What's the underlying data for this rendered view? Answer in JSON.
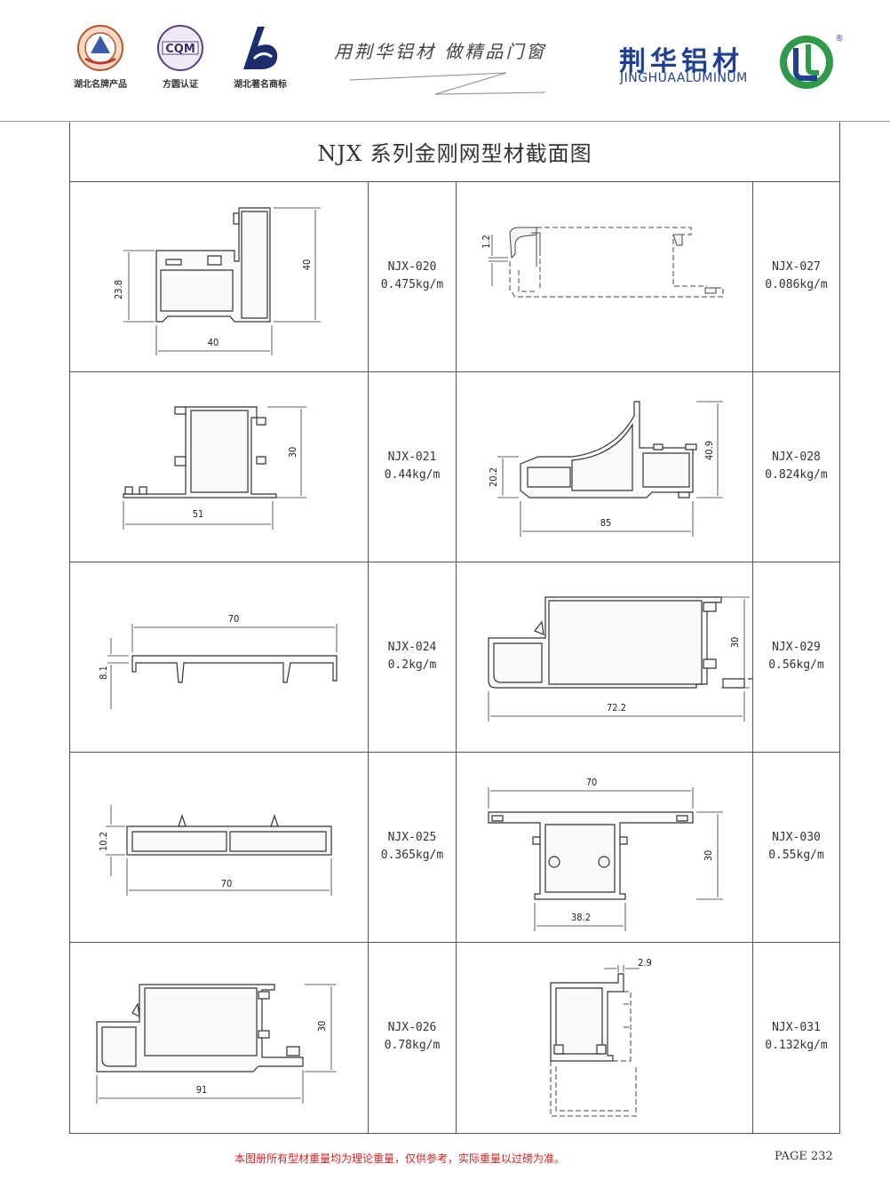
{
  "header": {
    "badges": [
      {
        "icon": "hubei-famous-brand-seal-icon",
        "caption": "湖北名牌产品"
      },
      {
        "icon": "cqm-certification-icon",
        "caption": "方圆认证",
        "logo_text": "CQM"
      },
      {
        "icon": "hubei-famous-trademark-icon",
        "caption": "湖北著名商标"
      }
    ],
    "slogan": "用荆华铝材  做精品门窗",
    "brand_cn": "荆华铝材",
    "brand_en": "JINGHUAALUMINUM",
    "brand_logo_icon": "jinghua-logo-icon",
    "registered_mark": "®",
    "colors": {
      "brand_blue": "#1f3f8f",
      "logo_green": "#2e9a4a",
      "note_red": "#d42020"
    }
  },
  "sheet": {
    "title": "NJX 系列金刚网型材截面图",
    "profiles": [
      {
        "code": "NJX-020",
        "weight": "0.475kg/m",
        "dims": [
          "23.8",
          "40",
          "40"
        ]
      },
      {
        "code": "NJX-027",
        "weight": "0.086kg/m",
        "dims": [
          "1.2"
        ]
      },
      {
        "code": "NJX-021",
        "weight": "0.44kg/m",
        "dims": [
          "51",
          "30"
        ]
      },
      {
        "code": "NJX-028",
        "weight": "0.824kg/m",
        "dims": [
          "20.2",
          "85",
          "40.9"
        ]
      },
      {
        "code": "NJX-024",
        "weight": "0.2kg/m",
        "dims": [
          "70",
          "8.1"
        ]
      },
      {
        "code": "NJX-029",
        "weight": "0.56kg/m",
        "dims": [
          "72.2",
          "30"
        ]
      },
      {
        "code": "NJX-025",
        "weight": "0.365kg/m",
        "dims": [
          "10.2",
          "70"
        ]
      },
      {
        "code": "NJX-030",
        "weight": "0.55kg/m",
        "dims": [
          "70",
          "30",
          "38.2"
        ]
      },
      {
        "code": "NJX-026",
        "weight": "0.78kg/m",
        "dims": [
          "91",
          "30"
        ]
      },
      {
        "code": "NJX-031",
        "weight": "0.132kg/m",
        "dims": [
          "2.9"
        ]
      }
    ]
  },
  "footer": {
    "note": "本图册所有型材重量均为理论重量，仅供参考，实际重量以过磅为准。",
    "page": "PAGE 232"
  }
}
